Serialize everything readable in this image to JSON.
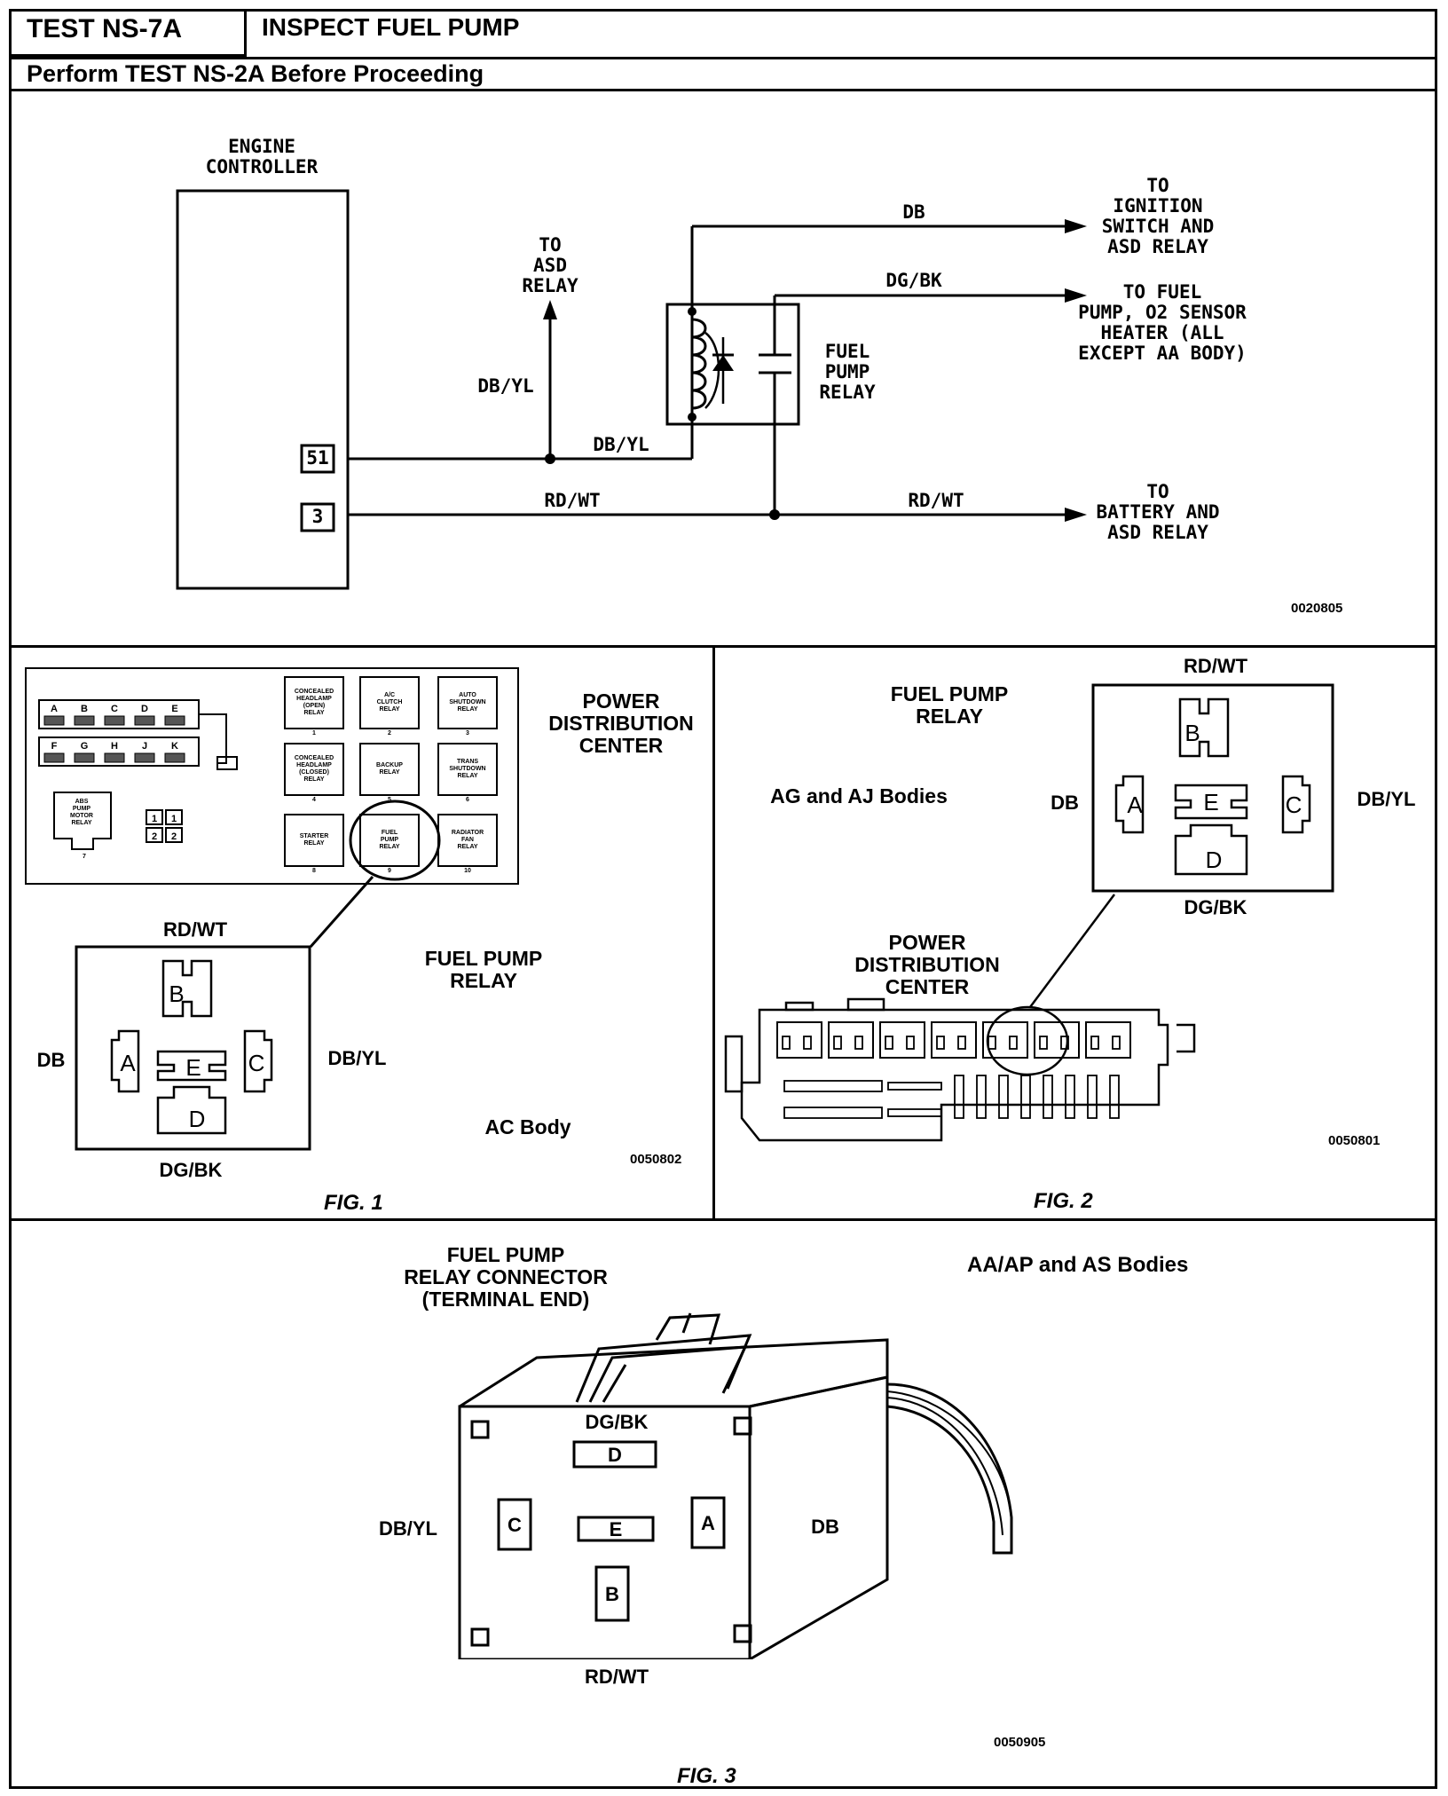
{
  "header": {
    "test_id": "TEST NS-7A",
    "title": "INSPECT FUEL PUMP",
    "subtitle": "Perform TEST NS-2A Before Proceeding"
  },
  "schematic": {
    "engine_controller": "ENGINE\nCONTROLLER",
    "pin_51": "51",
    "pin_3": "3",
    "to_asd_relay": "TO\nASD\nRELAY",
    "db_yl_vertical": "DB/YL",
    "db_yl_horizontal": "DB/YL",
    "db": "DB",
    "dg_bk": "DG/BK",
    "rd_wt_left": "RD/WT",
    "rd_wt_right": "RD/WT",
    "fuel_pump_relay": "FUEL\nPUMP\nRELAY",
    "to_ignition": "TO\nIGNITION\nSWITCH AND\nASD RELAY",
    "to_fuel_pump": "TO FUEL\nPUMP, O2 SENSOR\nHEATER (ALL\nEXCEPT AA BODY)",
    "to_battery": "TO\nBATTERY AND\nASD RELAY",
    "ref": "0020805"
  },
  "fig1": {
    "pdc_label": "POWER\nDISTRIBUTION\nCENTER",
    "fuse_letters_top": [
      "A",
      "B",
      "C",
      "D",
      "E"
    ],
    "fuse_letters_bottom": [
      "F",
      "G",
      "H",
      "J",
      "K"
    ],
    "relays": [
      {
        "name": "CONCEALED\nHEADLAMP\n(OPEN)\nRELAY",
        "num": "1"
      },
      {
        "name": "A/C\nCLUTCH\nRELAY",
        "num": "2"
      },
      {
        "name": "AUTO\nSHUTDOWN\nRELAY",
        "num": "3"
      },
      {
        "name": "CONCEALED\nHEADLAMP\n(CLOSED)\nRELAY",
        "num": "4"
      },
      {
        "name": "BACKUP\nRELAY",
        "num": "5"
      },
      {
        "name": "TRANS\nSHUTDOWN\nRELAY",
        "num": "6"
      },
      {
        "name": "STARTER\nRELAY",
        "num": "8"
      },
      {
        "name": "FUEL\nPUMP\nRELAY",
        "num": "9"
      },
      {
        "name": "RADIATOR\nFAN\nRELAY",
        "num": "10"
      }
    ],
    "abs_relay": "ABS\nPUMP\nMOTOR\nRELAY",
    "abs_num": "7",
    "fuel_pump_relay": "FUEL PUMP\nRELAY",
    "rd_wt": "RD/WT",
    "db": "DB",
    "db_yl": "DB/YL",
    "dg_bk": "DG/BK",
    "pins": {
      "a": "A",
      "b": "B",
      "c": "C",
      "d": "D",
      "e": "E"
    },
    "body": "AC Body",
    "ref": "0050802",
    "caption": "FIG. 1"
  },
  "fig2": {
    "fuel_pump_relay": "FUEL PUMP\nRELAY",
    "bodies": "AG and AJ Bodies",
    "rd_wt": "RD/WT",
    "db": "DB",
    "db_yl": "DB/YL",
    "dg_bk": "DG/BK",
    "pins": {
      "a": "A",
      "b": "B",
      "c": "C",
      "d": "D",
      "e": "E"
    },
    "pdc_label": "POWER\nDISTRIBUTION\nCENTER",
    "ref": "0050801",
    "caption": "FIG. 2"
  },
  "fig3": {
    "connector_label": "FUEL PUMP\nRELAY CONNECTOR\n(TERMINAL END)",
    "bodies": "AA/AP and  AS Bodies",
    "dg_bk": "DG/BK",
    "db_yl": "DB/YL",
    "db": "DB",
    "rd_wt": "RD/WT",
    "pins": {
      "a": "A",
      "b": "B",
      "c": "C",
      "d": "D",
      "e": "E"
    },
    "ref": "0050905",
    "caption": "FIG. 3"
  }
}
